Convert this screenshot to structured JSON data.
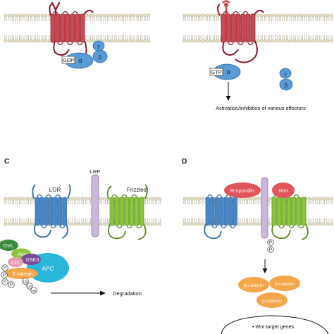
{
  "panels": {
    "a": {
      "gdp": "GDP",
      "alpha": "α",
      "beta": "β",
      "gamma": "γ"
    },
    "b": {
      "gtp": "GTP",
      "alpha": "α",
      "beta": "β",
      "gamma": "γ",
      "effector_text": "Activation/inhibition of various effectors"
    },
    "c": {
      "letter": "C",
      "lgr": "LGR",
      "lrp": "LRP",
      "frizzled": "Frizzled",
      "dvl": "DVL",
      "axin": "Axin",
      "gsk3": "GSK3",
      "ck1": "CK1",
      "apc": "APC",
      "beta_catenin": "β-catenin",
      "phospho": "P",
      "ubiquitin": "Ub",
      "degradation": "Degradation"
    },
    "d": {
      "letter": "D",
      "rspondin": "R-spondin",
      "wnt": "Wnt",
      "phospho": "P",
      "beta_catenin": "β-catenin",
      "nucleus_text": "• Wnt target genes"
    }
  },
  "colors": {
    "gpcr_red": "#c94a55",
    "gpcr_dark": "#8b1a2a",
    "g_protein_blue": "#5b9bd5",
    "lgr_blue": "#4a86c5",
    "frizzled_green": "#8cc63f",
    "frizzled_dark": "#5a8a1f",
    "lrp_lavender": "#c9b8dc",
    "dvl_green": "#3b8a3b",
    "axin_green": "#8cc63f",
    "gsk3_purple": "#7b4a9a",
    "ck1_pink": "#e89ab0",
    "apc_cyan": "#29b6d8",
    "catenin_orange": "#f4a64a",
    "rspondin_red": "#e0555c",
    "wnt_red": "#e0555c"
  }
}
